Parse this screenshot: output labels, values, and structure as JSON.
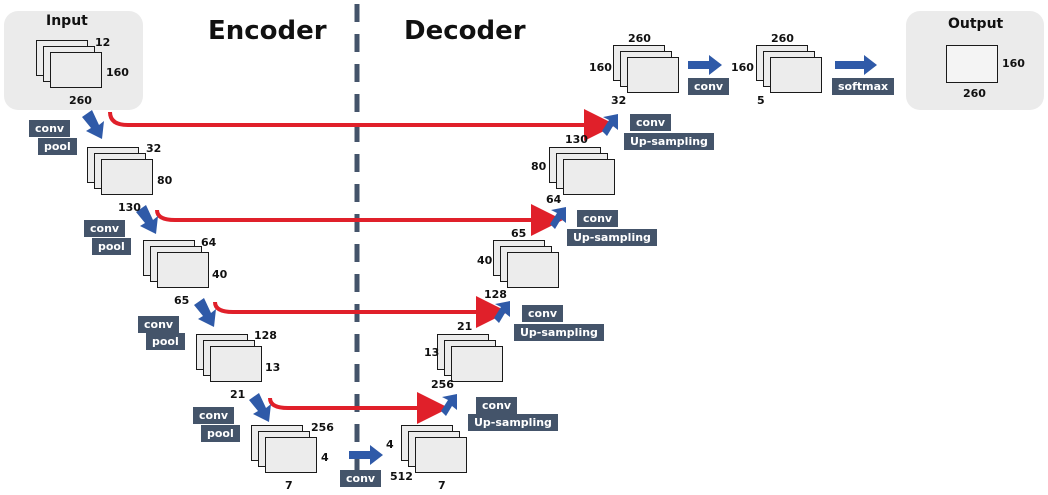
{
  "titles": {
    "encoder": "Encoder",
    "decoder": "Decoder"
  },
  "input": {
    "title": "Input",
    "channels": "12",
    "height": "160",
    "width": "260"
  },
  "output": {
    "title": "Output",
    "height": "160",
    "width": "260"
  },
  "encoder_stages": [
    {
      "channels": "32",
      "height": "80",
      "width": "130"
    },
    {
      "channels": "64",
      "height": "40",
      "width": "65"
    },
    {
      "channels": "128",
      "height": "13",
      "width": "21"
    },
    {
      "channels": "256",
      "height": "4",
      "width": "7"
    }
  ],
  "bottleneck": {
    "channels": "512",
    "height": "4",
    "width": "7"
  },
  "decoder_stages": [
    {
      "width": "21",
      "height": "13",
      "channels": "256"
    },
    {
      "width": "65",
      "height": "40",
      "channels": "128"
    },
    {
      "width": "130",
      "height": "80",
      "channels": "64"
    },
    {
      "width": "260",
      "height": "160",
      "channels": "32"
    }
  ],
  "final_conv": {
    "width": "260",
    "height": "160",
    "channels": "5"
  },
  "ops": {
    "conv": "conv",
    "pool": "pool",
    "upsampling": "Up-sampling",
    "softmax": "softmax"
  },
  "colors": {
    "skip_connection": "#e0202a",
    "flow_arrow": "#2f5aa8",
    "op_label_bg": "#44546a",
    "divider": "#44546a"
  }
}
